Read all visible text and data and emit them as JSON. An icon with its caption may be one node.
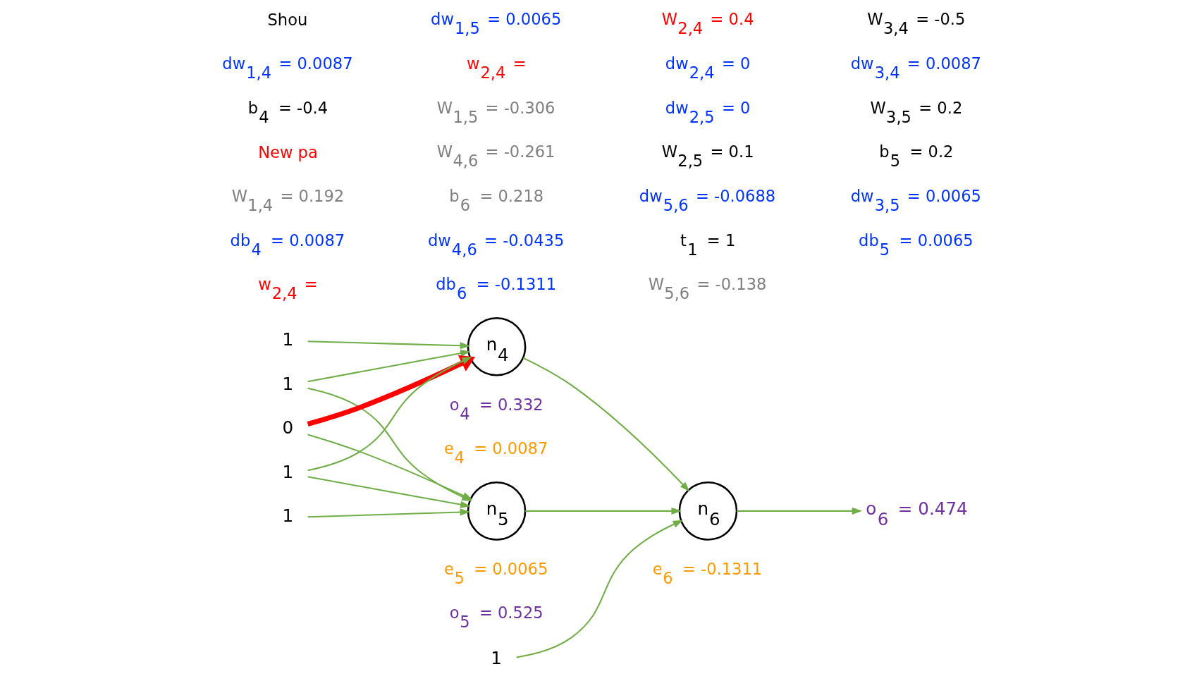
{
  "diagram": {
    "nodes": [
      {
        "text": [
          "1"
        ]
      },
      {
        "text": [
          "0"
        ]
      },
      {
        "text": [
          "1"
        ]
      },
      {
        "text": [
          "n$_{4}$"
        ],
        "beside": [
          "o$_{4}$ = 0.332",
          "e$_{4}$ = 0.0087"
        ]
      },
      {
        "text": [
          "n$_{5}$"
        ],
        "beside": [
          "e$_{5}$ = 0.0065",
          "o$_{5}$ = 0.525"
        ]
      },
      {
        "text": [
          "n$_{6}$"
        ],
        "beside": [
          "e$_{6}$ = -0.1311"
        ]
      },
      {
        "text": [
          "1"
        ]
      },
      {
        "text": [
          "1"
        ]
      },
      {
        "text": [
          "1"
        ]
      },
      {
        "text": [
          "o$_{6}$ = 0.474"
        ]
      }
    ],
    "edges": [
      {
        "from": 0,
        "to": 3,
        "arrow": "to"
      },
      {
        "from": 0,
        "to": 4,
        "arrow": "to"
      },
      {
        "from": 1,
        "to": 3,
        "arrow": "to",
        "style": "thick",
        "color": "#ff0000"
      },
      {
        "from": 1,
        "to": 4,
        "arrow": "to"
      },
      {
        "from": 2,
        "to": 3,
        "arrow": "to"
      },
      {
        "from": 2,
        "to": 4,
        "arrow": "to"
      },
      {
        "from": 6,
        "to": 3,
        "arrow": "to"
      },
      {
        "from": 7,
        "to": 4,
        "arrow": "to"
      },
      {
        "from": 3,
        "to": 5,
        "arrow": "to"
      },
      {
        "from": 4,
        "to": 5,
        "arrow": "to"
      },
      {
        "from": 8,
        "to": 5,
        "arrow": "to"
      },
      {
        "from": 5,
        "to": 9,
        "arrow": "to"
      }
    ],
    "labels": [
      "Shou",
      "dw$_{1,4}$ = 0.0087",
      "b$_{4}$ = -0.4",
      "New pa",
      "W$_{1,4}$ = 0.192",
      "db$_{4}$ = 0.0087",
      "w$_{2,4}$ =",
      "dw$_{1,5}$ = 0.0065",
      "w$_{2,4}$ =",
      "W$_{1,5}$ = -0.306",
      "W$_{4,6}$ = -0.261",
      "b$_{6}$ = 0.218",
      "dw$_{4,6}$ = -0.0435",
      "db$_{6}$ = -0.1311",
      "W$_{2,4}$ = 0.4",
      "dw$_{2,4}$ = 0",
      "dw$_{2,5}$ = 0",
      "W$_{2,5}$ = 0.1",
      "dw$_{5,6}$ = -0.0688",
      "t$_{1}$ = 1",
      "W$_{5,6}$ = -0.138",
      "W$_{3,4}$ = -0.5",
      "dw$_{3,4}$ = 0.0087",
      "W$_{3,5}$ = 0.2",
      "b$_{5}$ = 0.2",
      "dw$_{3,5}$ = 0.0065",
      "db$_{5}$ = 0.0065"
    ]
  }
}
